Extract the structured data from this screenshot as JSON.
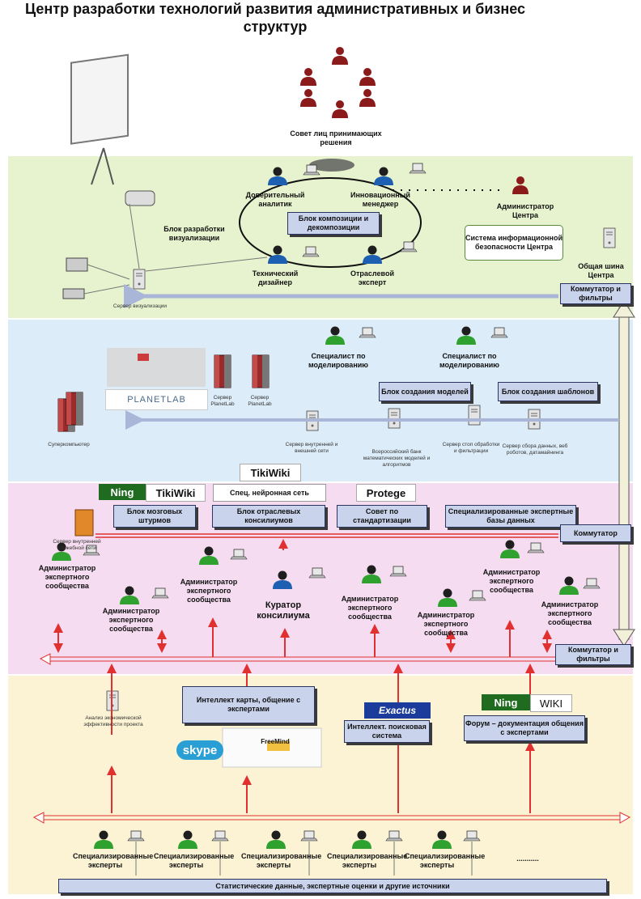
{
  "title": "Центр разработки технологий развития административных и бизнес структур",
  "council": "Совет лиц принимающих решения",
  "zone1": {
    "trusted_analyst": "Доверительный аналитик",
    "innovation_manager": "Инновационный менеджер",
    "center_admin": "Администратор Центра",
    "visual_block": "Блок разработки визуализации",
    "composition_block": "Блок композиции и декомпозиции",
    "security_system": "Система информационной безопасности Центра",
    "tech_designer": "Технический дизайнер",
    "industry_expert": "Отраслевой эксперт",
    "common_bus": "Общая шина Центра",
    "switch_filters": "Коммутатор и фильтры",
    "viz_server": "Сервер визуализации"
  },
  "zone2": {
    "specialist1": "Специалист по моделированию",
    "specialist2": "Специалист по моделированию",
    "models_block": "Блок создания моделей",
    "templates_block": "Блок создания шаблонов",
    "planetlab_logo": "PLANETLAB",
    "planetlab_server1": "Сервер PlanetLab",
    "planetlab_server2": "Сервер PlanetLab",
    "supercomputer": "Суперкомпьютер",
    "int_ext_server": "Сервер внутренней и внешней сети",
    "russian_bank": "Всероссийский банк математических моделей и алгоритмов",
    "stop_server": "Сервер стоп обработки и фильтрации",
    "collect_server": "Сервер сбора данных, веб роботов, датамайнинга"
  },
  "zone3": {
    "tikiwiki_top": "TikiWiki",
    "ning1": "Ning",
    "tikiwiki1": "TikiWiki",
    "neural": "Спец. нейронная сеть",
    "protege": "Protege",
    "brainstorm_block": "Блок мозговых штурмов",
    "consilium_block": "Блок отраслевых консилиумов",
    "standard_council": "Совет по стандартизации",
    "expert_db": "Специализированные экспертные базы данных",
    "switch": "Коммутатор",
    "service_server": "Сервер внутренней служебной сети",
    "admin_community": "Администратор экспертного сообщества",
    "curator": "Куратор консилиума",
    "switch_filters2": "Коммутатор и фильтры"
  },
  "zone4": {
    "econ_analysis": "Анализ экономической эффективности проекта",
    "intellect_maps": "Интеллект карты, общение с экспертами",
    "skype": "skype",
    "freemind": "FreeMind",
    "exactus": "Exactus",
    "intellect_search": "Интеллект. поисковая система",
    "ning2": "Ning",
    "wiki": "WIKI",
    "forum": "Форум – документация общения с экспертами",
    "specialist_experts": "Специализированные эксперты",
    "dots": "...........",
    "bottom_bar": "Статистические данные, экспертные оценки и другие источники"
  },
  "colors": {
    "person_red": "#8b1a1a",
    "person_green": "#2ea12e",
    "person_blue": "#1d5fb0",
    "arrow_red": "#e03030",
    "box_fill": "#c9d3ec"
  }
}
